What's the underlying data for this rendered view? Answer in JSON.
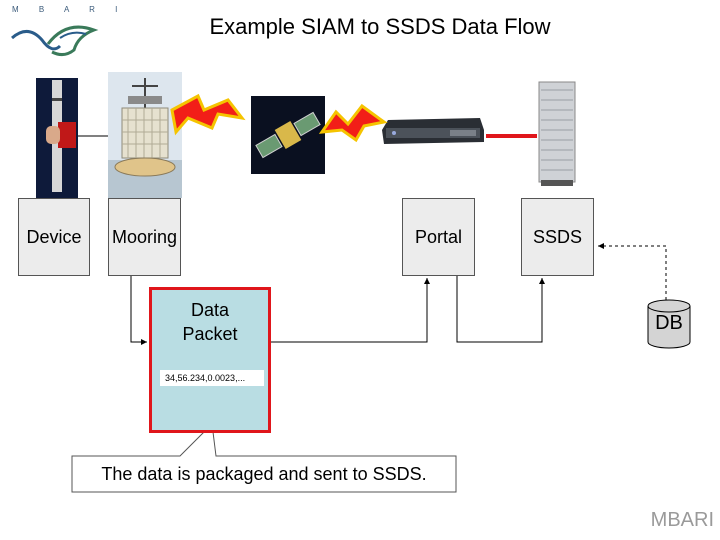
{
  "logo": {
    "text": "M B A R I"
  },
  "title": "Example SIAM to SSDS Data Flow",
  "boxes": {
    "device": "Device",
    "mooring": "Mooring",
    "portal": "Portal",
    "ssds": "SSDS"
  },
  "packet": {
    "title_line1": "Data",
    "title_line2": "Packet",
    "sample": "34,56.234,0.0023,..."
  },
  "database": "DB",
  "callout": "The data is packaged and sent to SSDS.",
  "footer": "MBARI",
  "colors": {
    "packet_border": "#e0161b",
    "packet_fill": "#b9dde3",
    "lightning": "#f21e18"
  }
}
